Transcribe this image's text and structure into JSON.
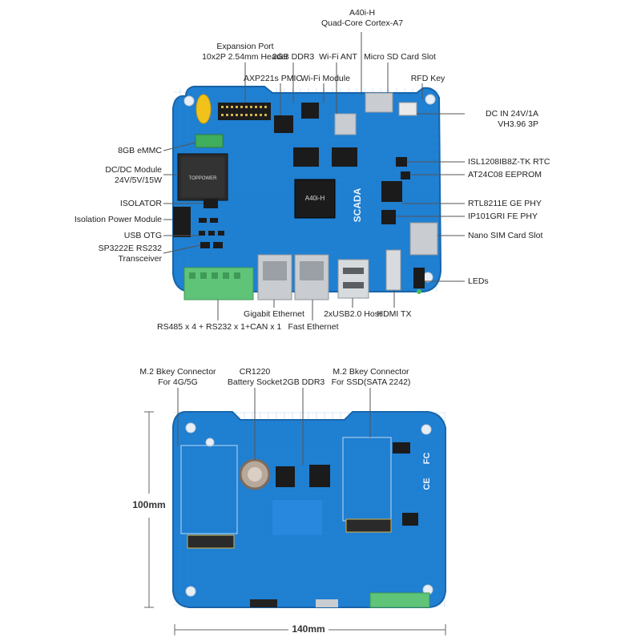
{
  "top_board": {
    "chip_text": "A40i-H",
    "brand_text": "SCADA",
    "labels": {
      "a40i_h_line1": "A40i-H",
      "a40i_h_line2": "Quad-Core Cortex-A7",
      "expansion_port_line1": "Expansion Port",
      "expansion_port_line2": "10x2P 2.54mm Header",
      "ddr3_top": "2GB DDR3",
      "wifi_ant": "Wi-Fi ANT",
      "micro_sd": "Micro SD Card Slot",
      "axp221s": "AXP221s PMIC",
      "wifi_module": "Wi-Fi Module",
      "rfd_key": "RFD Key",
      "dc_in_line1": "DC IN 24V/1A",
      "dc_in_line2": "VH3.96 3P",
      "emmc": "8GB eMMC",
      "dcdc_line1": "DC/DC Module",
      "dcdc_line2": "24V/5V/15W",
      "rtc": "ISL1208IB8Z-TK RTC",
      "eeprom": "AT24C08 EEPROM",
      "isolator": "ISOLATOR",
      "rtl8211e": "RTL8211E GE PHY",
      "isolation_power": "Isolation Power Module",
      "ip101gri": "IP101GRI FE PHY",
      "usb_otg": "USB OTG",
      "nano_sim": "Nano SIM Card Slot",
      "sp3222e_line1": "SP3222E RS232",
      "sp3222e_line2": "Transceiver",
      "leds": "LEDs",
      "gigabit_eth": "Gigabit Ethernet",
      "usb20_host": "2xUSB2.0 Host",
      "hdmi_tx": "HDMI TX",
      "rs485": "RS485 x 4 + RS232 x 1+CAN x 1",
      "fast_eth": "Fast Ethernet"
    }
  },
  "bottom_board": {
    "labels": {
      "m2_4g_line1": "M.2 Bkey Connector",
      "m2_4g_line2": "For 4G/5G",
      "cr1220_line1": "CR1220",
      "cr1220_line2": "Battery Socket",
      "ddr3_bottom": "2GB DDR3",
      "m2_ssd_line1": "M.2 Bkey Connector",
      "m2_ssd_line2": "For SSD(SATA 2242)"
    },
    "dimensions": {
      "height": "100mm",
      "width": "140mm"
    },
    "marks": {
      "ce": "CE",
      "fc": "FC"
    }
  },
  "colors": {
    "board": "#1f7fd1",
    "board_dark": "#166bb6",
    "chip": "#1b1b1b",
    "terminal": "#5fc478",
    "metal": "#c9ccd0",
    "leader": "#555555"
  }
}
